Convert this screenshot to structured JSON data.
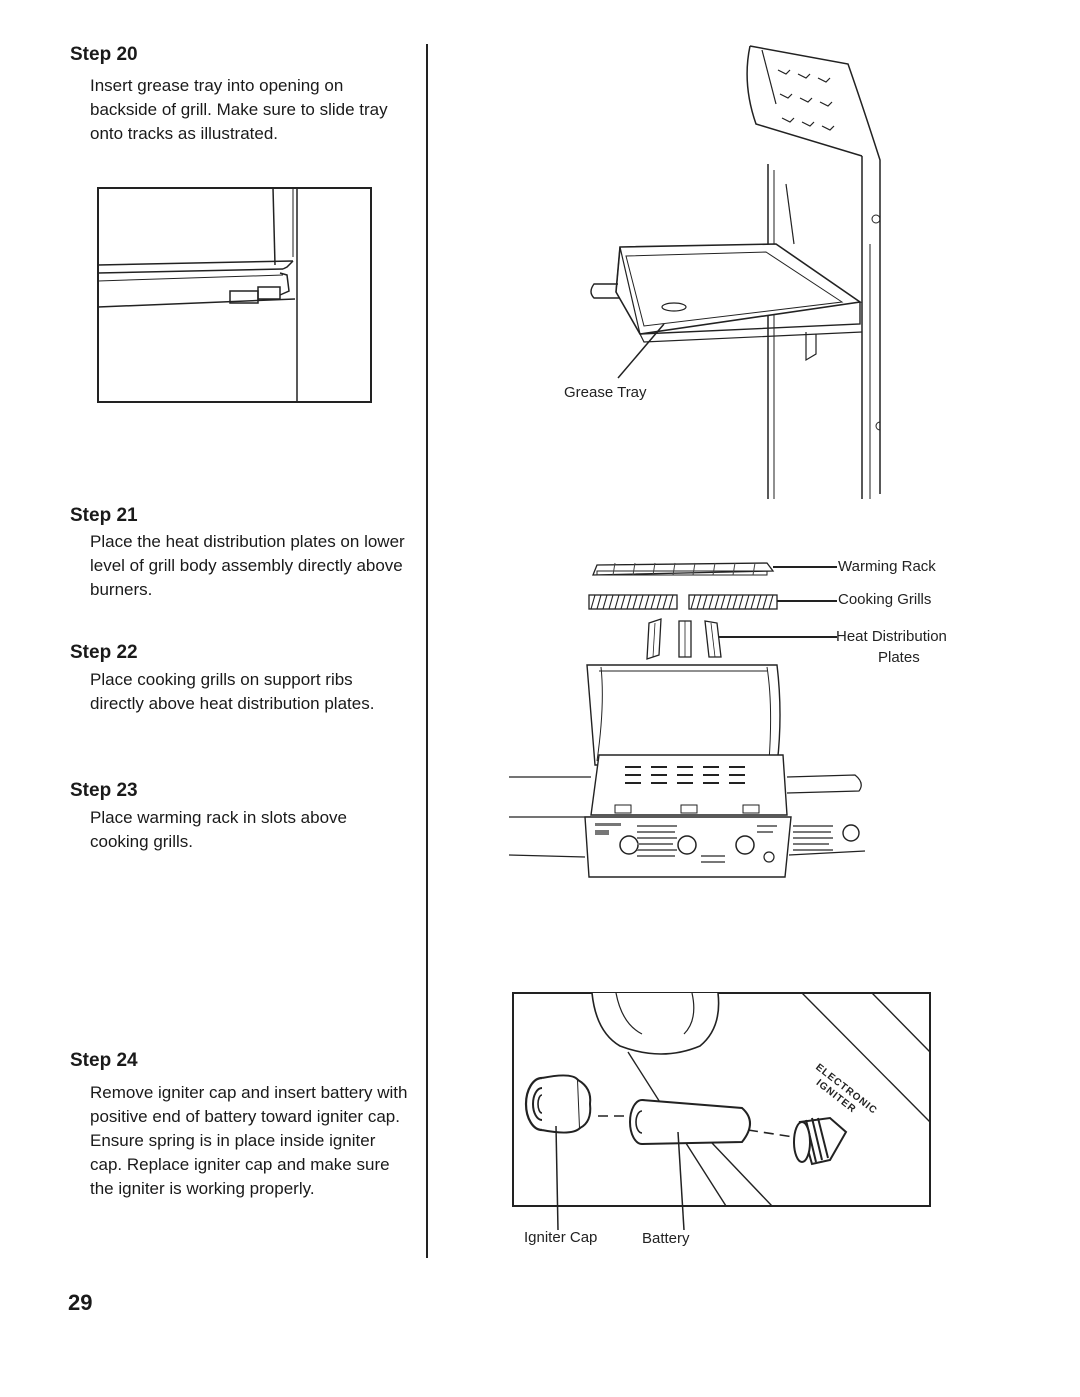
{
  "steps": [
    {
      "title": "Step 20",
      "text": "Insert grease tray into opening on backside of grill. Make sure to slide tray onto tracks as illustrated."
    },
    {
      "title": "Step 21",
      "text": "Place the heat distribution plates on lower level of grill body assembly directly above burners."
    },
    {
      "title": "Step 22",
      "text": "Place cooking grills on support ribs directly above heat distribution plates."
    },
    {
      "title": "Step 23",
      "text": "Place warming rack in slots above cooking grills."
    },
    {
      "title": "Step 24",
      "text": "Remove igniter cap and insert battery with positive end of battery toward igniter cap. Ensure spring is in place inside igniter cap. Replace igniter cap and make sure the igniter is working properly."
    }
  ],
  "labels": {
    "grease_tray": "Grease Tray",
    "warming_rack": "Warming Rack",
    "cooking_grills": "Cooking Grills",
    "heat_distribution_line1": "Heat Distribution",
    "heat_distribution_line2": "Plates",
    "igniter_cap": "Igniter Cap",
    "battery": "Battery",
    "electronic_igniter_line1": "ELECTRONIC",
    "electronic_igniter_line2": "IGNITER"
  },
  "page_number": "29"
}
